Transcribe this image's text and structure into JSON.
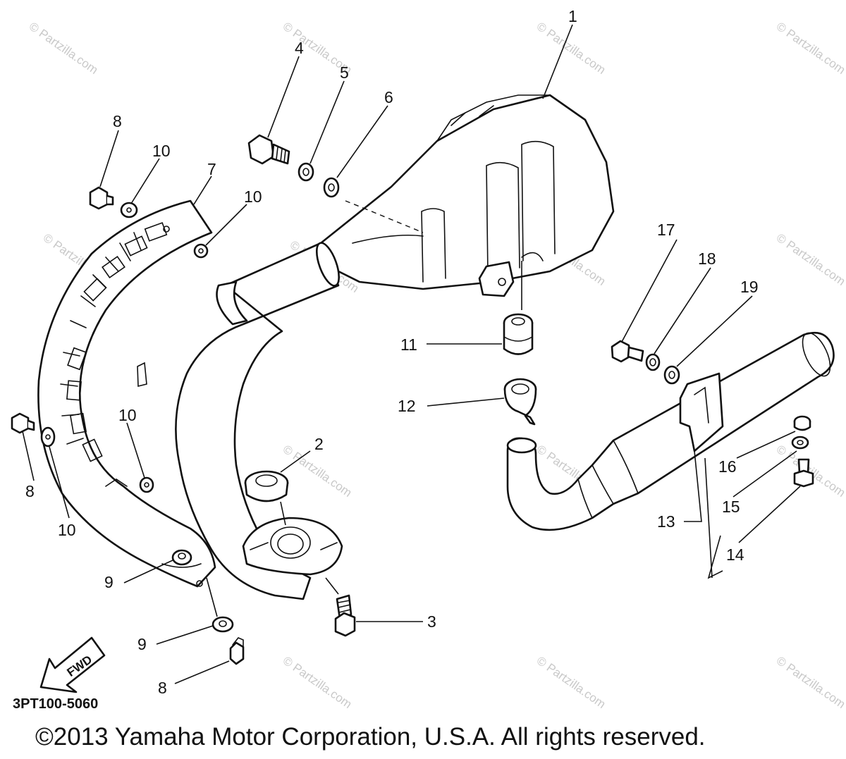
{
  "diagram": {
    "part_callouts": [
      "1",
      "2",
      "3",
      "4",
      "5",
      "6",
      "7",
      "8",
      "9",
      "10",
      "11",
      "12",
      "13",
      "14",
      "15",
      "16",
      "17",
      "18",
      "19"
    ],
    "callout_labels": {
      "c1": "1",
      "c2": "2",
      "c3": "3",
      "c4": "4",
      "c5": "5",
      "c6": "6",
      "c7": "7",
      "c8a": "8",
      "c8b": "8",
      "c8c": "8",
      "c9a": "9",
      "c9b": "9",
      "c10a": "10",
      "c10b": "10",
      "c10c": "10",
      "c10d": "10",
      "c11": "11",
      "c12": "12",
      "c13": "13",
      "c14": "14",
      "c15": "15",
      "c16": "16",
      "c17": "17",
      "c18": "18",
      "c19": "19"
    },
    "direction_marker": "FWD",
    "diagram_code": "3PT100-5060",
    "copyright": "©2013 Yamaha Motor Corporation, U.S.A. All rights reserved.",
    "watermark": "© Partzilla.com"
  }
}
